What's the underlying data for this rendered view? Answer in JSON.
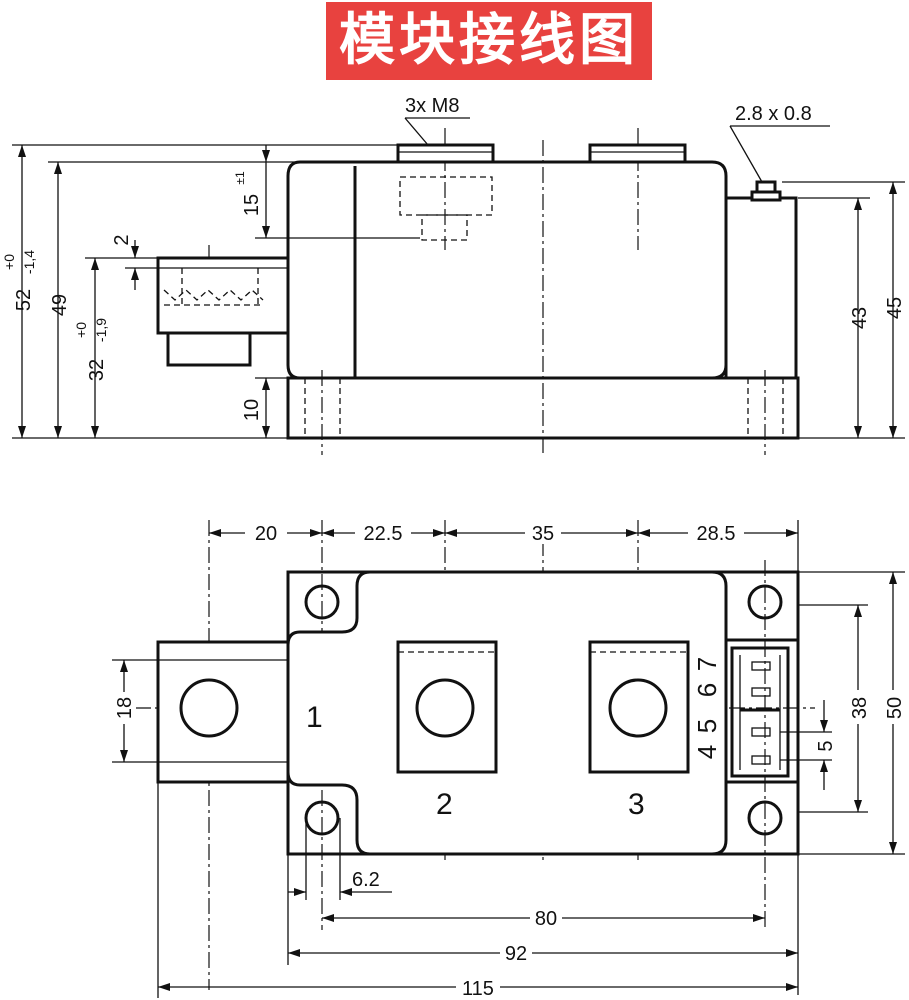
{
  "title": "模块接线图",
  "colors": {
    "title_bg": "#e8423f",
    "title_fg": "#ffffff",
    "line": "#111111"
  },
  "side_view": {
    "screw_label": "3x M8",
    "tab_label": "2.8 x 0.8",
    "dims": {
      "h52": "52",
      "h52_tol_top": "+0",
      "h52_tol_bot": "-1,4",
      "h49": "49",
      "h32": "32",
      "h32_tol_top": "+0",
      "h32_tol_bot": "-1,9",
      "d2": "2",
      "d15": "15",
      "d15_tol": "±1",
      "d10": "10",
      "d43": "43",
      "d45": "45"
    }
  },
  "top_view": {
    "dims": {
      "d20": "20",
      "d22_5": "22.5",
      "d35": "35",
      "d28_5": "28.5",
      "d18": "18",
      "d38": "38",
      "d50": "50",
      "d5": "5",
      "d6_2": "6.2",
      "d80": "80",
      "d92": "92",
      "d115": "115"
    },
    "terminals": {
      "t1": "1",
      "t2": "2",
      "t3": "3"
    },
    "pins": {
      "p4": "4",
      "p5": "5",
      "p6": "6",
      "p7": "7"
    }
  }
}
